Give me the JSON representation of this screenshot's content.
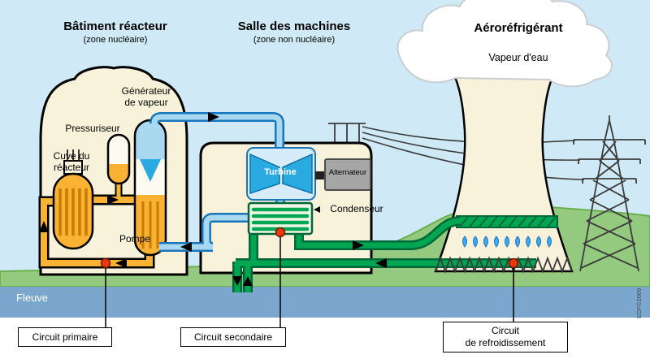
{
  "sections": {
    "reactor_building": {
      "title": "Bâtiment réacteur",
      "subtitle": "(zone nucléaire)"
    },
    "machine_hall": {
      "title": "Salle des machines",
      "subtitle": "(zone non nucléaire)"
    },
    "cooling_tower": {
      "title": "Aéroréfrigérant",
      "vapor_label": "Vapeur d'eau"
    }
  },
  "components": {
    "steam_generator": "Générateur\nde vapeur",
    "pressurizer": "Pressuriseur",
    "reactor_vessel": "Cuve du\nréacteur",
    "pump": "Pompe",
    "turbine": "Turbine",
    "alternator": "Alternateur",
    "condenser": "Condenseur"
  },
  "captions": {
    "river": "Fleuve",
    "primary_circuit": "Circuit primaire",
    "secondary_circuit": "Circuit secondaire",
    "cooling_circuit": "Circuit\nde refroidissement",
    "credit": "EDF©2009"
  },
  "colors": {
    "sky": "#cfeaf6",
    "grass": "#94ca7f",
    "river": "#7ba7cf",
    "building": "#f8f2da",
    "primary_circuit": "#f9b233",
    "secondary_steam": "#a8d9f0",
    "cooling_circuit": "#00a651",
    "pump_dot": "#e8380d"
  }
}
